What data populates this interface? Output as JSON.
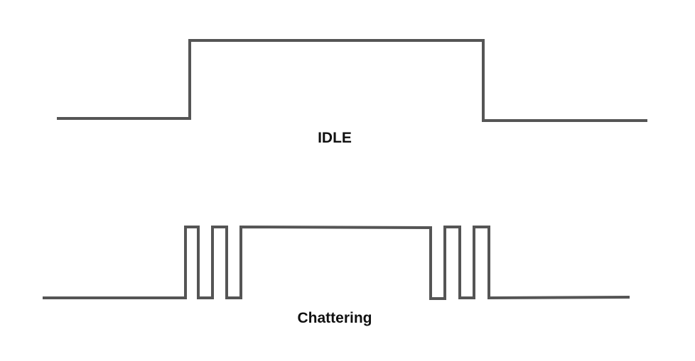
{
  "diagram": {
    "stroke_color": "#555555",
    "waveforms": [
      {
        "name": "idle",
        "label": "IDLE",
        "transitions": [
          {
            "type": "rise",
            "count": 1
          },
          {
            "type": "fall",
            "count": 1
          }
        ]
      },
      {
        "name": "chattering",
        "label": "Chattering",
        "rising_edge_bounces": 3,
        "falling_edge_bounces": 3
      }
    ]
  }
}
